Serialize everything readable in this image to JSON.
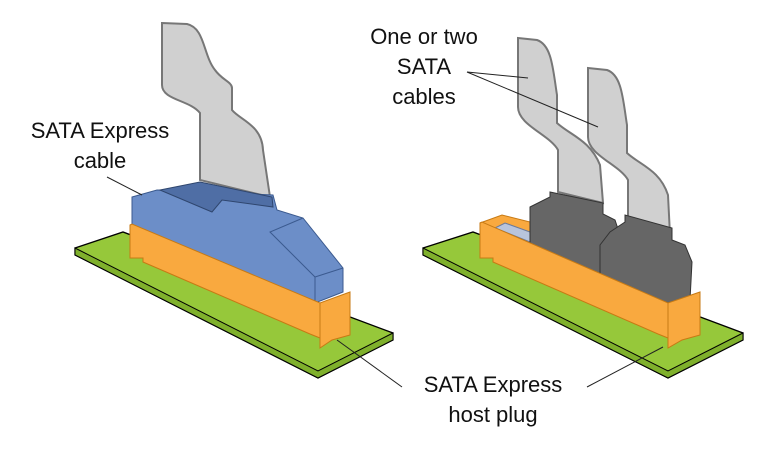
{
  "labels": {
    "cable": [
      "SATA Express",
      "cable"
    ],
    "sata_cables": [
      "One or two",
      "SATA",
      "cables"
    ],
    "host_plug": [
      "SATA Express",
      "host plug"
    ]
  },
  "colors": {
    "board": "#96c83a",
    "host_plug": "#f9a93f",
    "sata_express_connector": "#6c8ec8",
    "sata_connector": "#666666",
    "cable": "#d0d0d0"
  }
}
